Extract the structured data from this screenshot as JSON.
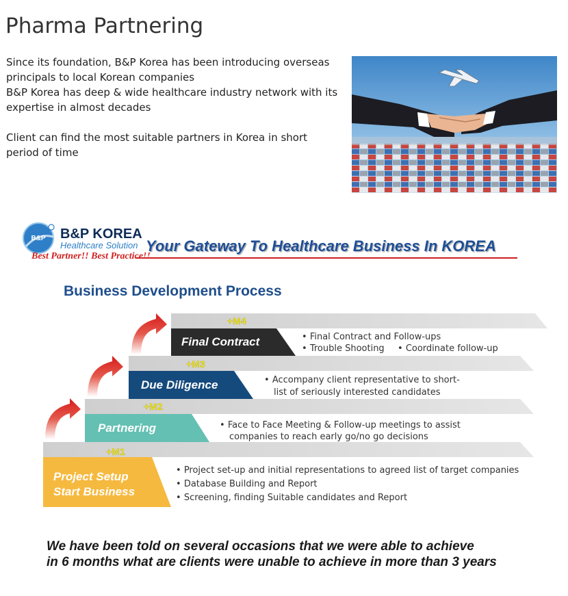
{
  "page": {
    "title": "Pharma Partnering",
    "intro": [
      [
        "Since its foundation, B&P Korea has been introducing overseas",
        "principals to local Korean companies",
        "B&P Korea has deep & wide healthcare industry network with its",
        "expertise in almost decades"
      ],
      [
        "Client can find the most suitable partners in Korea in short",
        "period of time"
      ]
    ]
  },
  "brand": {
    "logo_text": "B&P KOREA",
    "logo_mark": "B&P",
    "sub": "Healthcare Solution",
    "motto": "Best Partner!! Best Practice!!",
    "tagline": "Your Gateway To Healthcare Business In KOREA"
  },
  "process": {
    "title": "Business Development Process",
    "steps": [
      {
        "label": "Project Setup",
        "label2": "Start Business",
        "milestone": "+M1",
        "bullets": [
          "Project set-up and initial representations to agreed list of target companies",
          "Database Building and Report",
          "Screening, finding Suitable candidates and Report"
        ]
      },
      {
        "label": "Partnering",
        "milestone": "+M2",
        "bullets": [
          "Face to Face Meeting & Follow-up meetings to assist",
          "companies to reach early go/no go decisions"
        ]
      },
      {
        "label": "Due Diligence",
        "milestone": "+M3",
        "bullets": [
          "Accompany client representative to short-",
          "list of seriously interested candidates"
        ]
      },
      {
        "label": "Final Contract",
        "milestone": "+M4",
        "bullets": [
          "Final Contract and Follow-ups",
          "Trouble Shooting",
          "Coordinate follow-up"
        ]
      }
    ]
  },
  "quote": [
    "We have been told on several occasions that we were able to achieve",
    "in 6 months what are clients were unable to achieve in more than 3 years"
  ],
  "colors": {
    "step1": "#f6b93f",
    "step2": "#64c0b3",
    "step3": "#154a7c",
    "step4": "#2b2b2b",
    "milestone": "#f3ea24",
    "arrow": "#d71a1a",
    "title_blue": "#1f4e8c",
    "step_gray": "#c8c8c8"
  }
}
